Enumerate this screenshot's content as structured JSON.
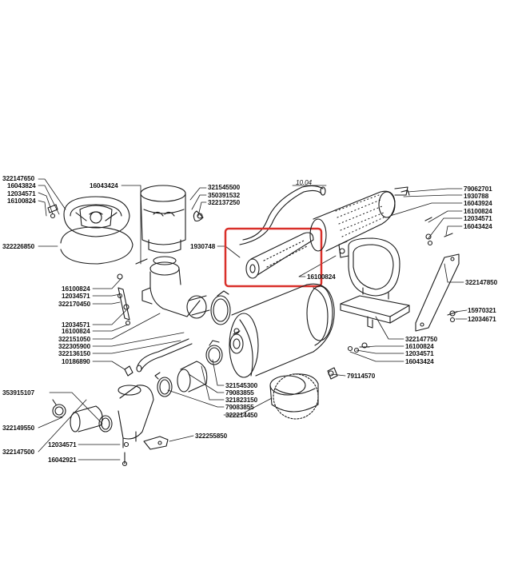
{
  "colors": {
    "line": "#1a1a1a",
    "highlight": "#d9302a",
    "background": "#ffffff"
  },
  "highlight_part": "1930748",
  "labels": {
    "l322147650": "322147650",
    "l16043824a": "16043824",
    "l12034571a": "12034571",
    "l16100824a": "16100824",
    "l322226850": "322226850",
    "l16043424a": "16043424",
    "l321545500": "321545500",
    "l350391532": "350391532",
    "l322137250": "322137250",
    "l1930748": "1930748",
    "l1004": "10.04",
    "l79062701": "79062701",
    "l1930788": "1930788",
    "l16043924": "16043924",
    "l16100824b": "16100824",
    "l12034571b": "12034571",
    "l16043424b": "16043424",
    "l322147850": "322147850",
    "l16100824c": "16100824",
    "l16100824d": "16100824",
    "l12034571c": "12034571",
    "l322170450": "322170450",
    "l12034571d": "12034571",
    "l16100824e": "16100824",
    "l322151050": "322151050",
    "l322305900": "322305900",
    "l322136150": "322136150",
    "l10186890": "10186890",
    "l15970321": "15970321",
    "l12034671": "12034671",
    "l322147750": "322147750",
    "l16100824f": "16100824",
    "l12034571e": "12034571",
    "l16043424c": "16043424",
    "l79114570": "79114570",
    "l321545300": "321545300",
    "l79083855a": "79083855",
    "l321823150": "321823150",
    "l79083855b": "79083855",
    "l322214450": "322214450",
    "l353915107": "353915107",
    "l322149550": "322149550",
    "l12034571f": "12034571",
    "l322147500": "322147500",
    "l16042921": "16042921",
    "l322255850": "322255850"
  }
}
